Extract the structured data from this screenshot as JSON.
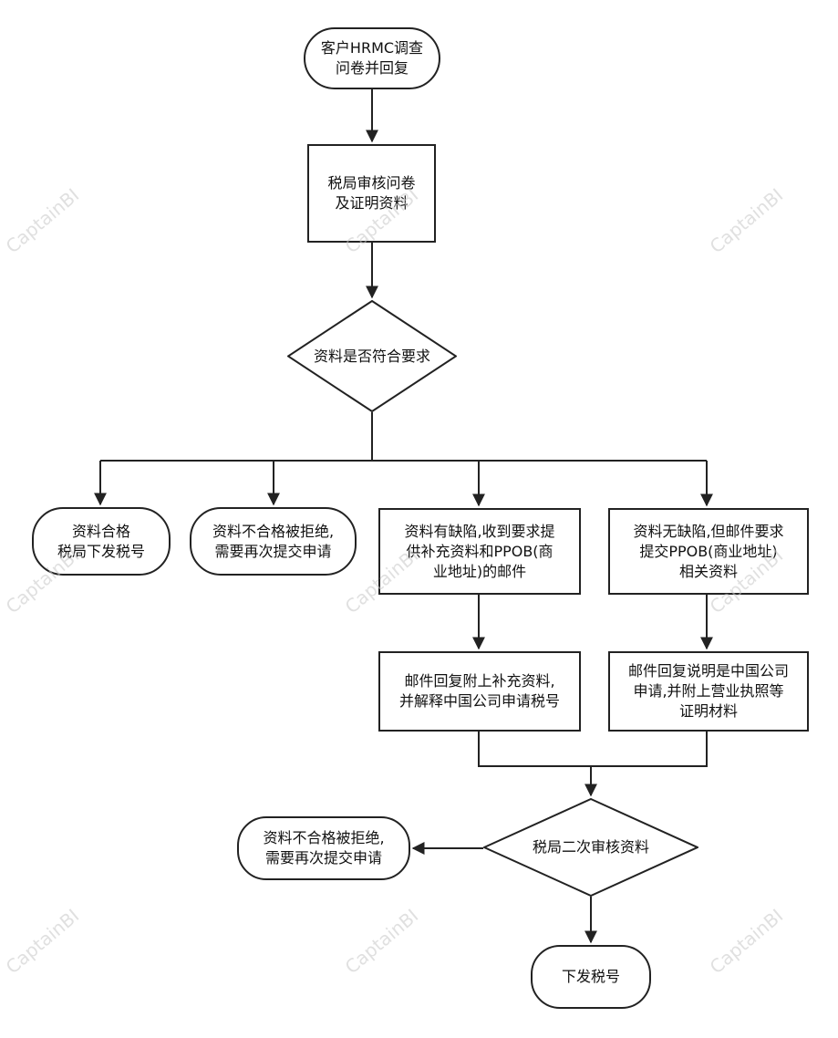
{
  "nodes": {
    "start": "客户HRMC调查\n问卷并回复",
    "review": "税局审核问卷\n及证明资料",
    "decision1": "资料是否符合要求",
    "qualified": "资料合格\n税局下发税号",
    "rejected1": "资料不合格被拒绝,\n需要再次提交申请",
    "defect": "资料有缺陷,收到要求提\n供补充资料和PPOB(商\n业地址)的邮件",
    "nodefect": "资料无缺陷,但邮件要求\n提交PPOB(商业地址)\n相关资料",
    "reply1": "邮件回复附上补充资料,\n并解释中国公司申请税号",
    "reply2": "邮件回复说明是中国公司\n申请,并附上营业执照等\n证明材料",
    "decision2": "税局二次审核资料",
    "rejected2": "资料不合格被拒绝,\n需要再次提交申请",
    "issue": "下发税号"
  },
  "watermark": "CaptainBI",
  "colors": {
    "line": "#222222",
    "border": "#222222",
    "text": "#111111",
    "watermark": "#c8c8c8"
  }
}
